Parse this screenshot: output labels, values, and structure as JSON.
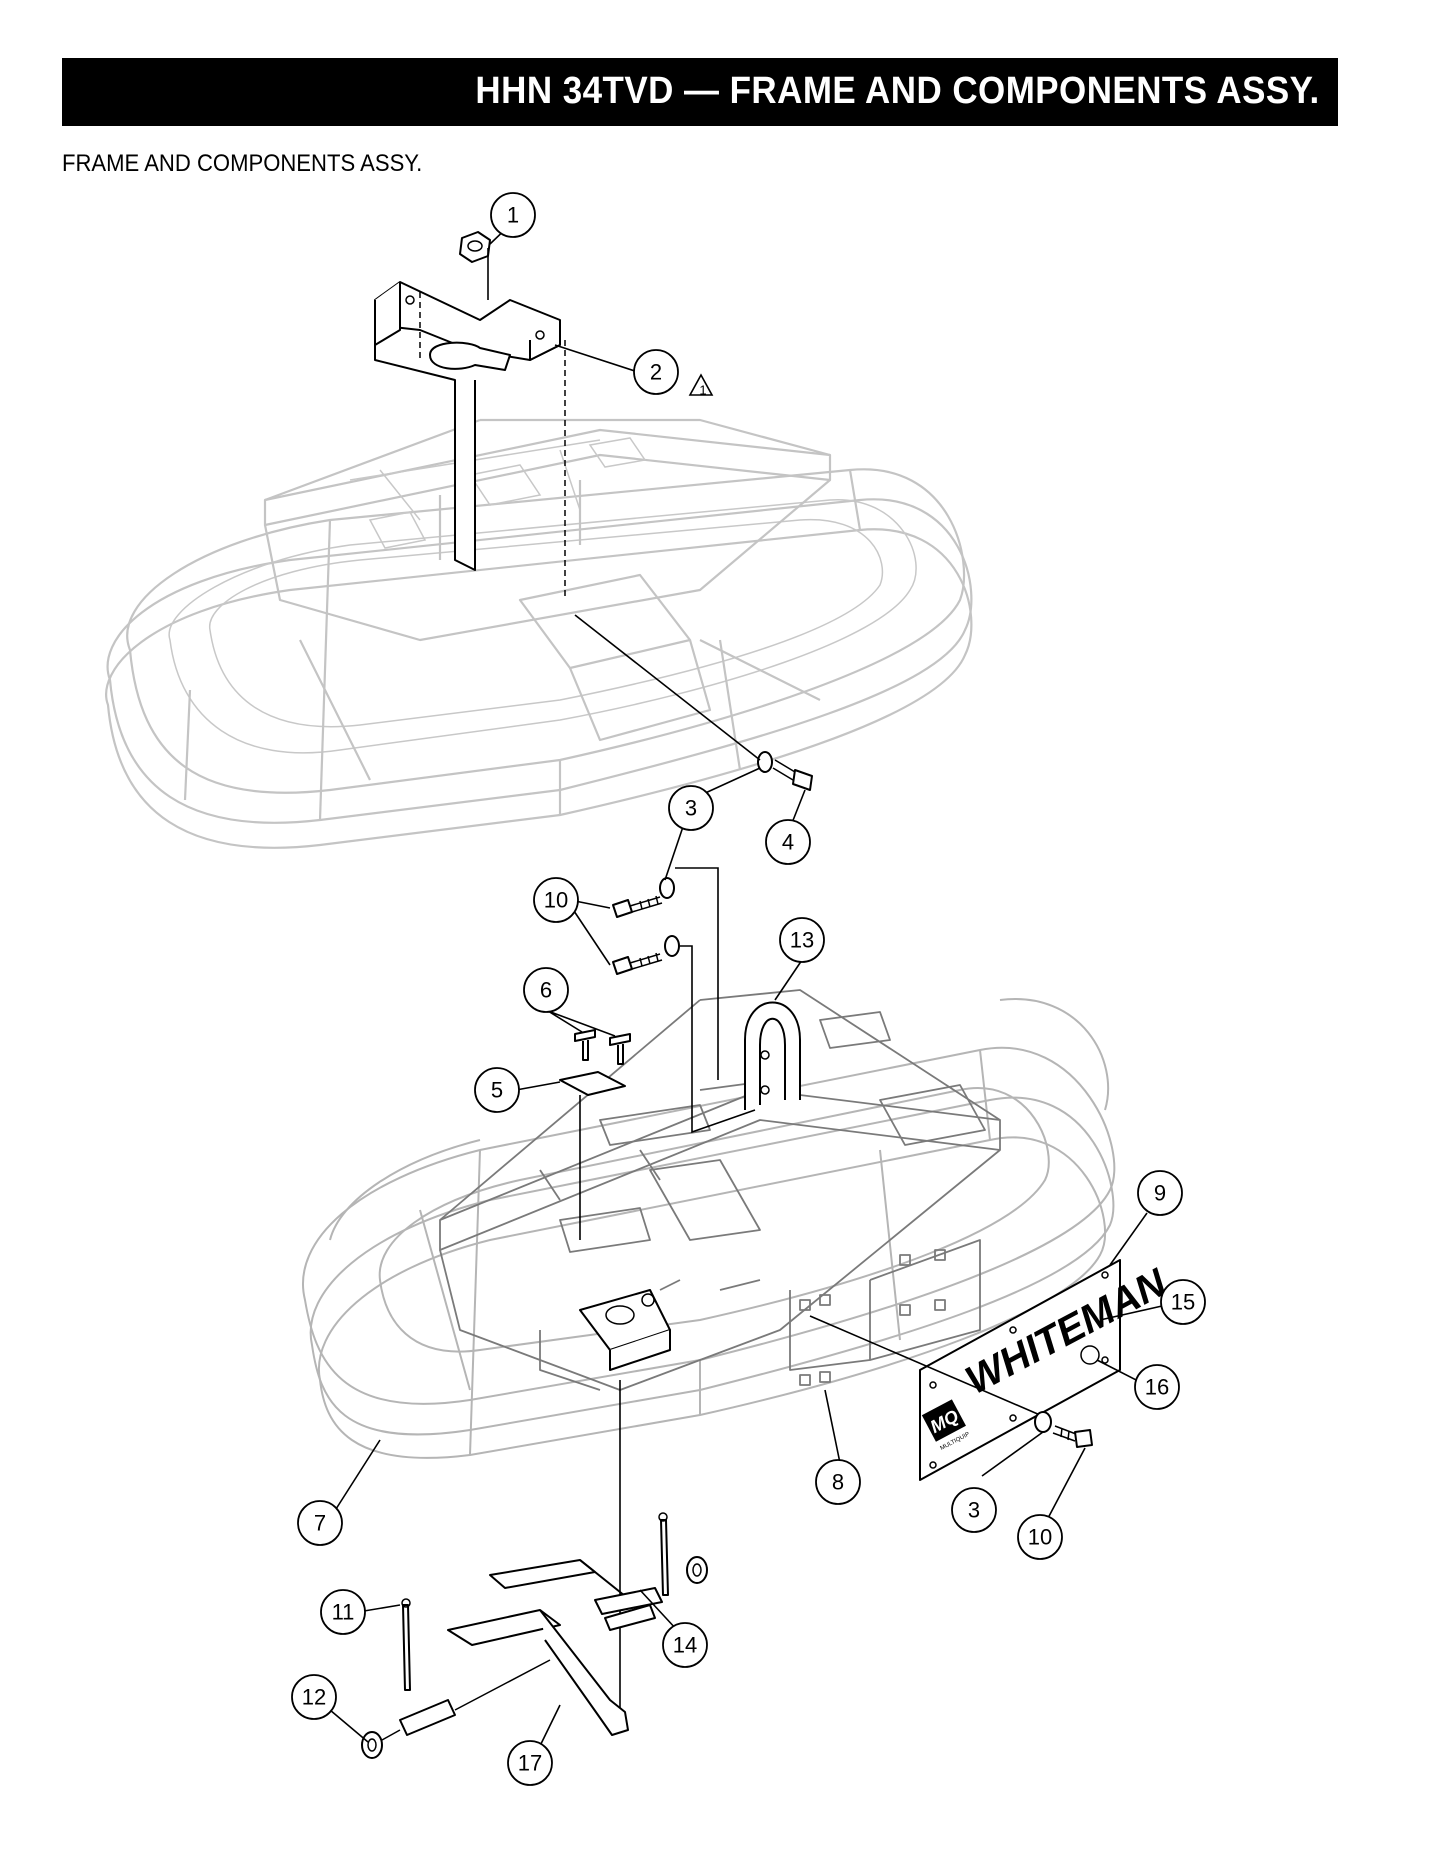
{
  "header": {
    "title": "HHN 34TVD — FRAME AND COMPONENTS ASSY."
  },
  "section": {
    "subtitle": "FRAME AND COMPONENTS ASSY."
  },
  "callouts": [
    {
      "id": "c1",
      "label": "1"
    },
    {
      "id": "c2",
      "label": "2"
    },
    {
      "id": "c3a",
      "label": "3"
    },
    {
      "id": "c4",
      "label": "4"
    },
    {
      "id": "c3b",
      "label": "3"
    },
    {
      "id": "c10a",
      "label": "10"
    },
    {
      "id": "c13",
      "label": "13"
    },
    {
      "id": "c6",
      "label": "6"
    },
    {
      "id": "c5",
      "label": "5"
    },
    {
      "id": "c9",
      "label": "9"
    },
    {
      "id": "c15",
      "label": "15"
    },
    {
      "id": "c16",
      "label": "16"
    },
    {
      "id": "c8",
      "label": "8"
    },
    {
      "id": "c3c",
      "label": "3"
    },
    {
      "id": "c10b",
      "label": "10"
    },
    {
      "id": "c7",
      "label": "7"
    },
    {
      "id": "c11",
      "label": "11"
    },
    {
      "id": "c14",
      "label": "14"
    },
    {
      "id": "c12",
      "label": "12"
    },
    {
      "id": "c17",
      "label": "17"
    }
  ],
  "note_flag": {
    "label": "1"
  },
  "decal": {
    "brand": "WHITEMAN",
    "logo": "MQ",
    "sub": "MULTIQUIP"
  }
}
